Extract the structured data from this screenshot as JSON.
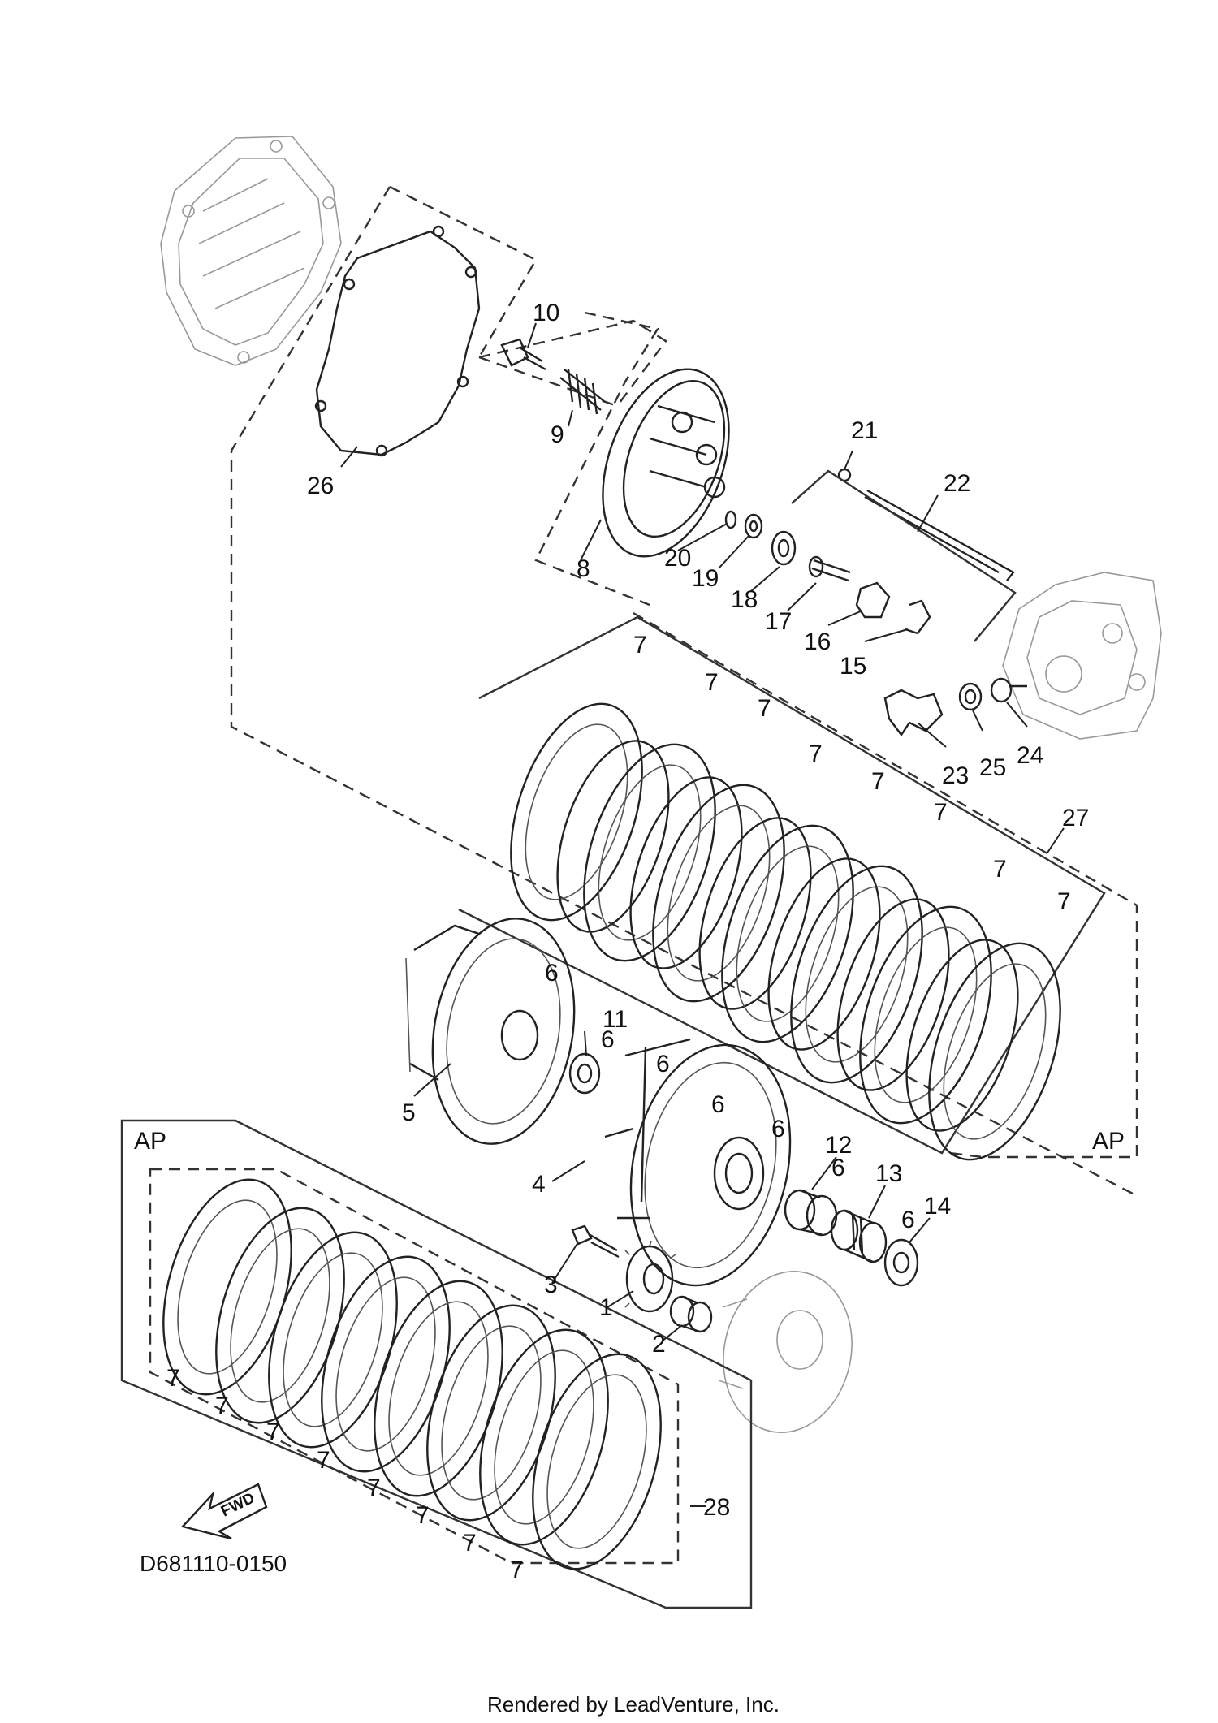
{
  "diagram": {
    "drawing_code": "D681110-0150",
    "footer": "Rendered by LeadVenture, Inc.",
    "fwd_label": "FWD",
    "assembly_label": "AP",
    "callouts": [
      {
        "num": "1"
      },
      {
        "num": "2"
      },
      {
        "num": "3"
      },
      {
        "num": "4"
      },
      {
        "num": "5"
      },
      {
        "num": "6"
      },
      {
        "num": "7"
      },
      {
        "num": "8"
      },
      {
        "num": "9"
      },
      {
        "num": "10"
      },
      {
        "num": "11"
      },
      {
        "num": "12"
      },
      {
        "num": "13"
      },
      {
        "num": "14"
      },
      {
        "num": "15"
      },
      {
        "num": "16"
      },
      {
        "num": "17"
      },
      {
        "num": "18"
      },
      {
        "num": "19"
      },
      {
        "num": "20"
      },
      {
        "num": "21"
      },
      {
        "num": "22"
      },
      {
        "num": "23"
      },
      {
        "num": "24"
      },
      {
        "num": "25"
      },
      {
        "num": "26"
      },
      {
        "num": "27"
      },
      {
        "num": "28"
      }
    ]
  }
}
